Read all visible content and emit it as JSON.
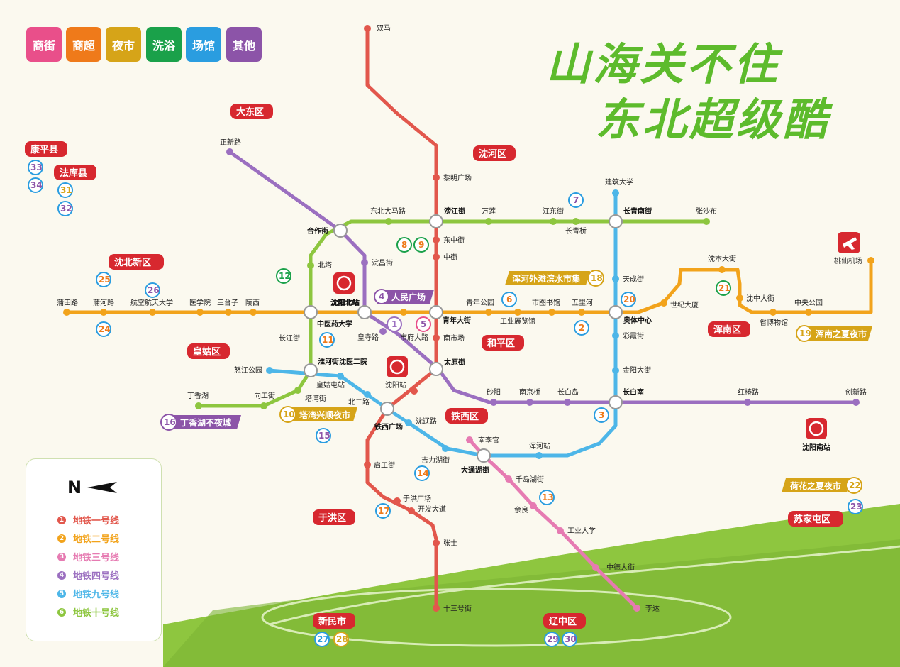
{
  "title": {
    "line1": "山海关不住",
    "line2": "东北超级酷"
  },
  "categories": [
    {
      "label": "商街",
      "color": "#e94f8a"
    },
    {
      "label": "商超",
      "color": "#ef7a1a"
    },
    {
      "label": "夜市",
      "color": "#d6a418"
    },
    {
      "label": "洗浴",
      "color": "#1aa14a"
    },
    {
      "label": "场馆",
      "color": "#2a9de0"
    },
    {
      "label": "其他",
      "color": "#8c54a8"
    }
  ],
  "legend": {
    "north": "N",
    "lines": [
      {
        "num": "1",
        "name": "地铁一号线",
        "color": "#e2574c"
      },
      {
        "num": "2",
        "name": "地铁二号线",
        "color": "#f2a31b"
      },
      {
        "num": "3",
        "name": "地铁三号线",
        "color": "#e67bb2"
      },
      {
        "num": "4",
        "name": "地铁四号线",
        "color": "#9b6fc0"
      },
      {
        "num": "5",
        "name": "地铁九号线",
        "color": "#4db6e8"
      },
      {
        "num": "6",
        "name": "地铁十号线",
        "color": "#8dc63f"
      }
    ]
  },
  "districts": [
    "大东区",
    "康平县",
    "法库县",
    "沈河区",
    "沈北新区",
    "皇姑区",
    "和平区",
    "浑南区",
    "铁西区",
    "于洪区",
    "苏家屯区",
    "新民市",
    "辽中区"
  ],
  "stations": {
    "line1": [
      "双马",
      "黎明广场",
      "东中街",
      "中街",
      "青年大街",
      "南市场",
      "太原街",
      "沈阳站",
      "铁西广场",
      "启工街",
      "于洪广场",
      "开发大道",
      "张士",
      "十三号街"
    ],
    "line2": [
      "蒲田路",
      "蒲河路",
      "航空航天大学",
      "医学院",
      "三台子",
      "陵西",
      "沈阳北站",
      "市府大路",
      "青年公园",
      "工业展览馆",
      "市图书馆",
      "五里河",
      "奥体中心",
      "世纪大厦",
      "沈本大街",
      "沈中大街",
      "省博物馆",
      "中央公园",
      "桃仙机场"
    ],
    "line3": [
      "南李官",
      "大通湖街",
      "千岛湖街",
      "余良",
      "工业大学",
      "中德大街",
      "李达"
    ],
    "line4": [
      "正新路",
      "合作街",
      "浣昌街",
      "皇寺路",
      "砂阳",
      "南京桥",
      "长白岛",
      "长白南",
      "红椿路",
      "创新路"
    ],
    "line9": [
      "怒江公园",
      "淮河街沈医二院",
      "皇姑屯站",
      "北二路",
      "沈辽路",
      "吉力湖街",
      "浑河站",
      "金阳大街",
      "彩霞街",
      "天成街",
      "建筑大学",
      "长青南街"
    ],
    "line10": [
      "丁香湖",
      "向工街",
      "塔湾街",
      "长江街",
      "中医药大学",
      "北塔",
      "东北大马路",
      "滂江街",
      "万莲",
      "江东街",
      "长青桥",
      "张沙布"
    ]
  },
  "hubs": [
    "沈阳北站",
    "沈阳站",
    "沈阳南站"
  ],
  "attractions": [
    {
      "num": "4",
      "name": "人民广场",
      "color": "#8c54a8"
    },
    {
      "num": "18",
      "name": "浑河外滩滨水市集",
      "color": "#d6a418"
    },
    {
      "num": "19",
      "name": "浑南之夏夜市",
      "color": "#d6a418"
    },
    {
      "num": "16",
      "name": "丁香湖不夜城",
      "color": "#8c54a8"
    },
    {
      "num": "10",
      "name": "塔湾兴顺夜市",
      "color": "#d6a418"
    },
    {
      "num": "22",
      "name": "荷花之夏夜市",
      "color": "#d6a418"
    }
  ],
  "markers": [
    "1",
    "2",
    "3",
    "5",
    "6",
    "7",
    "8",
    "9",
    "11",
    "12",
    "13",
    "14",
    "15",
    "17",
    "20",
    "21",
    "23",
    "24",
    "25",
    "26",
    "27",
    "28",
    "29",
    "30",
    "31",
    "32",
    "33",
    "34"
  ]
}
